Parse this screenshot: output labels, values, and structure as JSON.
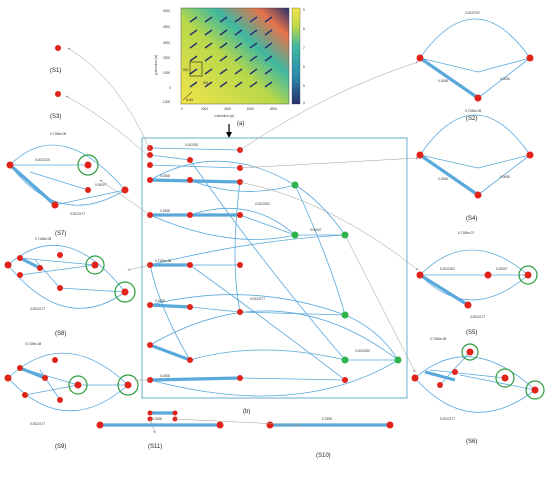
{
  "heatmap": {
    "xlabel": "x-direction (m)",
    "ylabel": "y-direction (m)",
    "xticks": [
      "0",
      "2000",
      "4000",
      "6000",
      "8000"
    ],
    "yticks": [
      "5000",
      "4000",
      "3000",
      "2000",
      "1000",
      "0",
      "-1000"
    ],
    "colorbar_ticks": [
      "9",
      "8",
      "7",
      "6",
      "5",
      "4"
    ],
    "dim_vertical": "500",
    "dim_horizontal": "500",
    "theta": "θ=45",
    "colors": {
      "low": "#f3e44a",
      "mid": "#3fb8a0",
      "high": "#27306e"
    }
  },
  "panel_labels": {
    "a": "(a)",
    "b": "(b)",
    "s1": "(S1)",
    "s2": "(S2)",
    "s3": "(S3)",
    "s4": "(S4)",
    "s5": "(S5)",
    "s6": "(S6)",
    "s7": "(S7)",
    "s8": "(S8)",
    "s9": "(S9)",
    "s10": "(S10)",
    "s11": "(S11)"
  },
  "edge_values": {
    "s2_arc": "0.0022767",
    "s2_left": "0.1558",
    "s2_right": "0.0056",
    "s4_arc": "0.7186e-08",
    "s4_left": "0.1558",
    "s4_right": "0.0056",
    "s5_arc": "0.7186e-07",
    "s5_mid": "0.0022002",
    "s5_right": "0.00007",
    "s5_bottom": "0.0022177",
    "s7_top": "0.7186e-08",
    "s7_mid": "0.0022100",
    "s7_right": "0.00007",
    "s7_bottom": "0.0022177",
    "s10_edge": "0.1558",
    "s11_edge": "0.1558",
    "main_a": "0.002302",
    "main_b": "0.1558",
    "main_c": "0.7186e-08",
    "main_d": "0.0022002",
    "main_e": "0.00007",
    "main_f": "0.0022177"
  },
  "colors": {
    "node": "#e2231a",
    "terminal_node": "#2db34a",
    "edge": "#5aa9dc",
    "ring": "#2a9d3c",
    "box": "#4a9bc7",
    "arrow": "#9a9a9a"
  }
}
